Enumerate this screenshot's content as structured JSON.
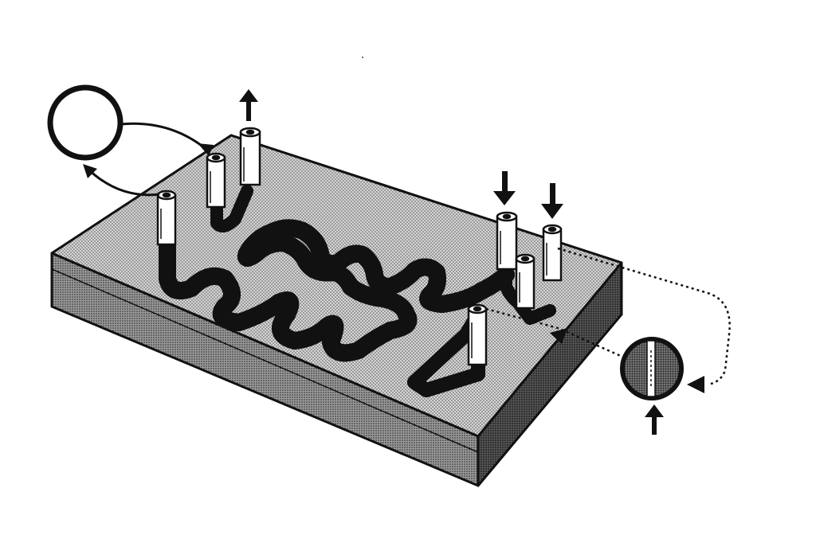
{
  "diagram": {
    "components": {
      "chip": "microfluidic-chip",
      "channel": "serpentine-channel",
      "reservoir": "loop-reservoir",
      "detector": "detector-disc"
    },
    "colors": {
      "ink": "#111111",
      "background": "#ffffff",
      "chip_top": "#bdbdbd",
      "chip_front": "#8d8d8d",
      "chip_side": "#5a5a5a",
      "channel_fill": "#ffffff",
      "detector_fill": "#6a6a6a"
    },
    "arrows": {
      "outlet_up": "arrow-up-icon",
      "inlet_down_1": "arrow-down-icon",
      "inlet_down_2": "arrow-down-icon",
      "detector_input_up": "arrow-up-icon"
    }
  }
}
